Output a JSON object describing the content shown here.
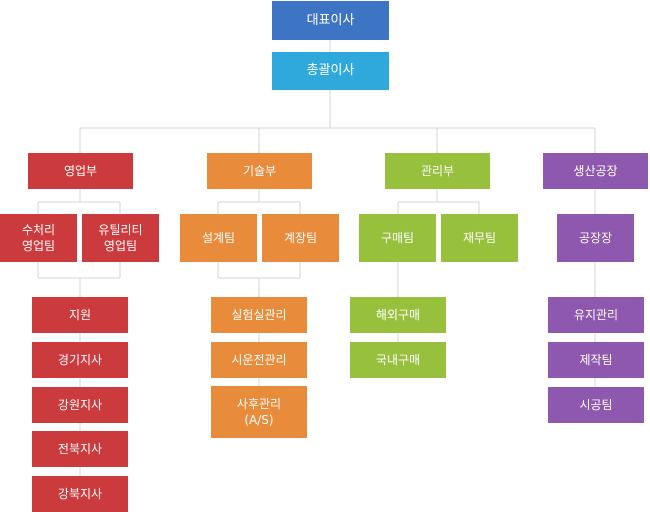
{
  "colors": {
    "ceo": "#3d75c4",
    "president": "#2fa9dc",
    "sales": "#cb3a3c",
    "tech": "#e88b3b",
    "admin": "#97c03d",
    "factory": "#8d58ad",
    "line": "#d4d4d4"
  },
  "ceo": "대표이사",
  "president": "총괄이사",
  "sales": {
    "title": "영업부",
    "teams": [
      "수처리\n영업팀",
      "유틸리티\n영업팀"
    ],
    "items": [
      "지원",
      "경기지사",
      "강원지사",
      "전북지사",
      "강북지사"
    ]
  },
  "tech": {
    "title": "기술부",
    "teams": [
      "설계팀",
      "계장팀"
    ],
    "items": [
      "실험실관리",
      "시운전관리",
      "사후관리\n(A/S)"
    ]
  },
  "admin": {
    "title": "관리부",
    "teams": [
      "구매팀",
      "재무팀"
    ],
    "items": [
      "해외구매",
      "국내구매"
    ]
  },
  "factory": {
    "title": "생산공장",
    "teams": [
      "공장장"
    ],
    "items": [
      "유지관리",
      "제작팀",
      "시공팀"
    ]
  }
}
